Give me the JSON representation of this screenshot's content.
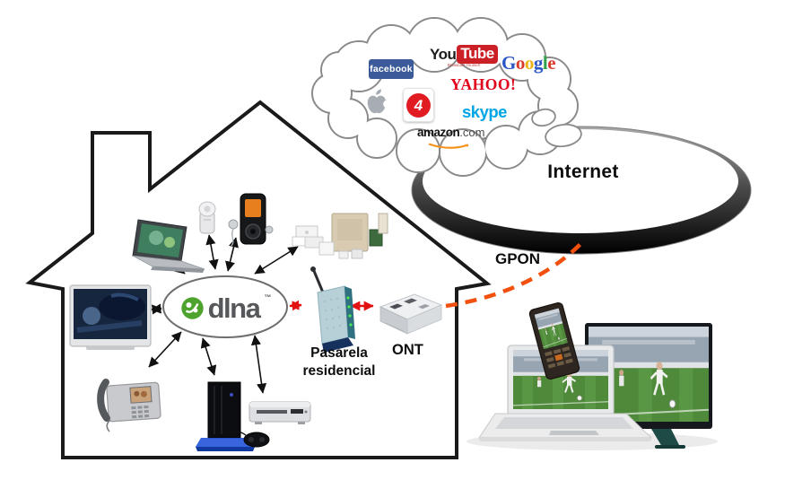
{
  "labels": {
    "internet": "Internet",
    "gpon": "GPON",
    "gateway": "Pasarela\nresidencial",
    "ont": "ONT"
  },
  "dlna": {
    "name": "dlna",
    "tm": "™"
  },
  "cloud_services": {
    "facebook": "facebook",
    "youtube_you": "You",
    "youtube_tube": "Tube",
    "youtube_tagline": "Broadcast Yourself",
    "google_letters": [
      "G",
      "o",
      "o",
      "g",
      "l",
      "e"
    ],
    "yahoo": "YAHOO!",
    "four": "4",
    "skype": "skype",
    "amazon_name": "amazon",
    "amazon_tld": ".com"
  },
  "colors": {
    "red_arrow": "#e31212",
    "gpon_dash": "#f2500f",
    "facebook_blue": "#3c5a99",
    "youtube_red": "#cc2027",
    "yahoo_red": "#e0021b",
    "skype_blue": "#00a5e5",
    "amazon_orange": "#f6921e",
    "channel4_red": "#e01b22",
    "dlna_green": "#4ea32e",
    "house_stroke": "#1a1a1a"
  }
}
